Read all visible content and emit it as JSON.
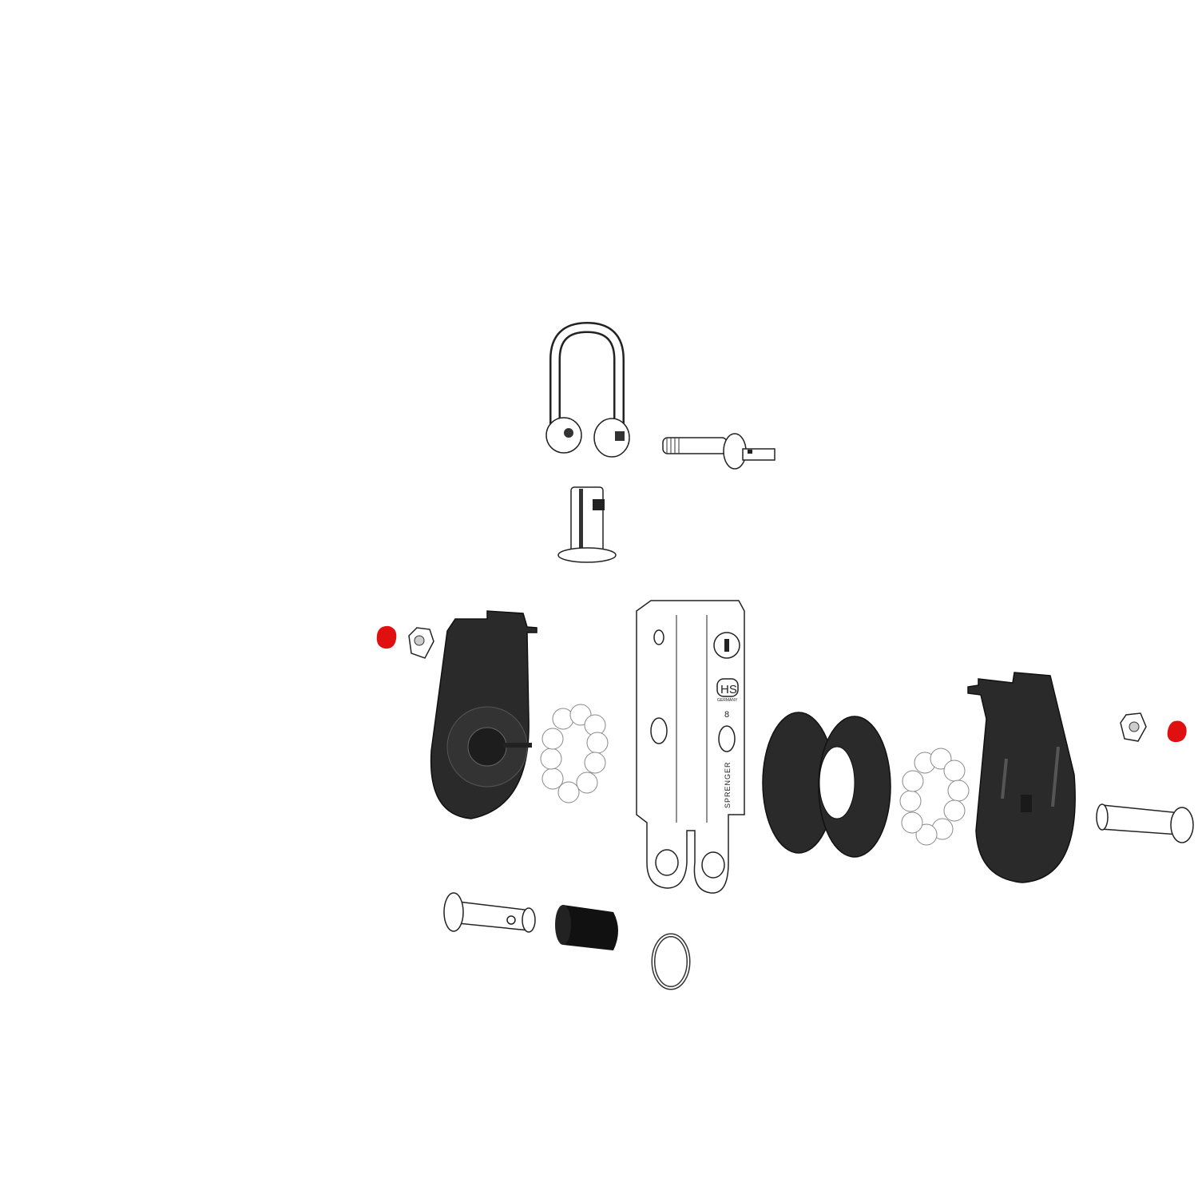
{
  "diagram": {
    "type": "exploded-view",
    "block_body": {
      "brand": "SPRENGER",
      "size": "8",
      "logo": "HS",
      "logo_sub": "GERMANY"
    },
    "colors": {
      "cheek": "#2a2a2a",
      "cap_red": "#e01010",
      "metal_outline": "#222222",
      "background": "#ffffff"
    }
  }
}
